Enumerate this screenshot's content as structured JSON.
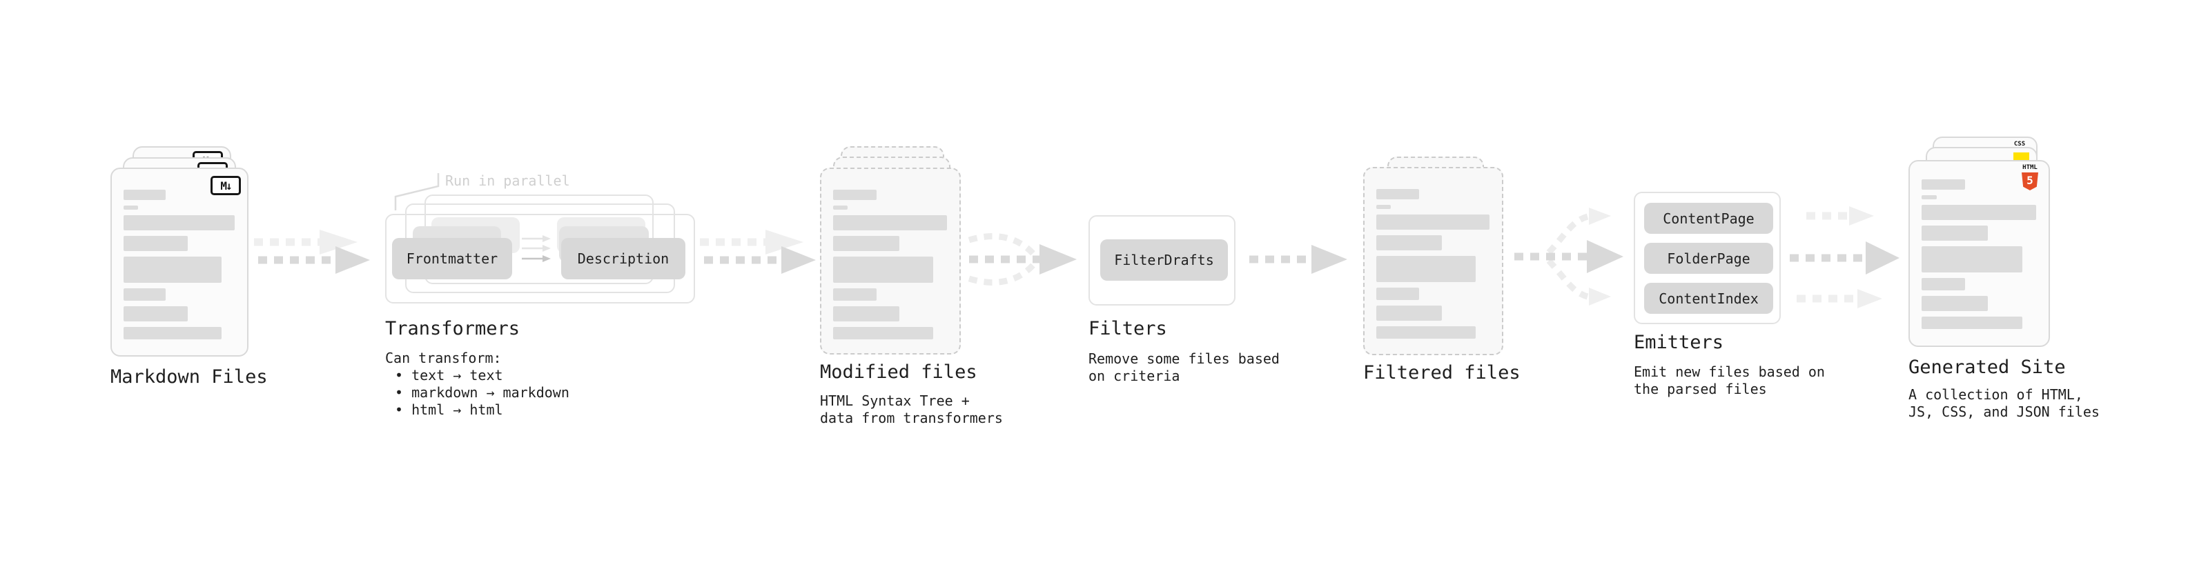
{
  "stages": [
    {
      "id": "markdown-files",
      "label": "Markdown Files",
      "badge": "M↓"
    },
    {
      "id": "transformers",
      "label": "Transformers",
      "note": "Run in parallel",
      "pills": [
        "Frontmatter",
        "Description"
      ],
      "description_lines": [
        "Can transform:",
        "• text → text",
        "• markdown → markdown",
        "• html → html"
      ]
    },
    {
      "id": "modified-files",
      "label": "Modified files",
      "description_lines": [
        "HTML Syntax Tree +",
        "data from transformers"
      ]
    },
    {
      "id": "filters",
      "label": "Filters",
      "pills": [
        "FilterDrafts"
      ],
      "description_lines": [
        "Remove some files based",
        "on criteria"
      ]
    },
    {
      "id": "filtered-files",
      "label": "Filtered files"
    },
    {
      "id": "emitters",
      "label": "Emitters",
      "pills": [
        "ContentPage",
        "FolderPage",
        "ContentIndex"
      ],
      "description_lines": [
        "Emit new files based on",
        "the parsed files"
      ]
    },
    {
      "id": "generated-site",
      "label": "Generated Site",
      "icons": {
        "css_label": "CSS",
        "html_label": "HTML",
        "html5_number": "5"
      },
      "description_lines": [
        "A collection of HTML,",
        "JS, CSS, and JSON files"
      ]
    }
  ],
  "colors": {
    "html5_orange": "#e44d26",
    "js_yellow": "#ffe100",
    "css_blue": "#2c63e8",
    "arrow_gray": "#d9d9d9",
    "ghost_gray": "#efefef",
    "text_black": "#1f1f1f",
    "note_gray": "#cfcfcf"
  }
}
